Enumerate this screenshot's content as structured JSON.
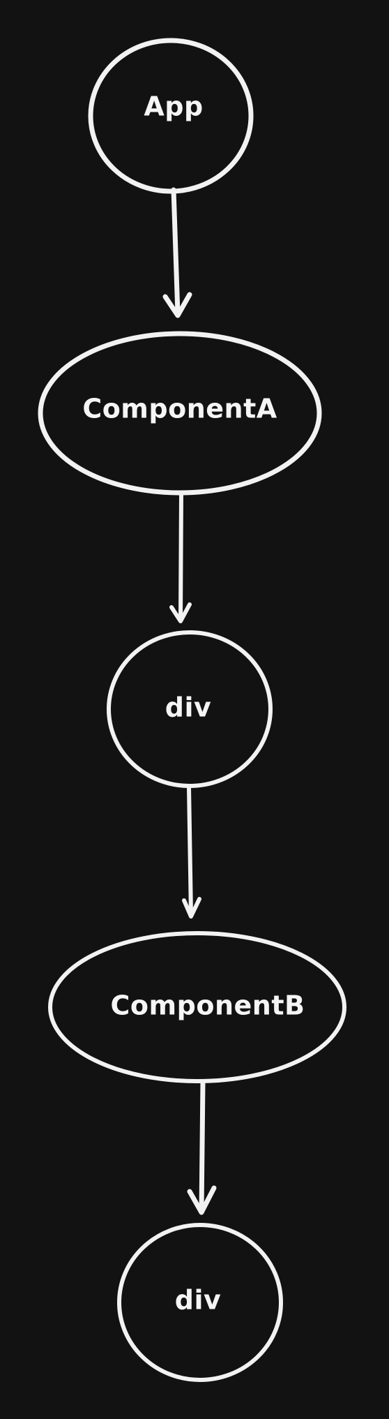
{
  "diagram": {
    "type": "tree",
    "nodes": [
      {
        "id": "app",
        "label": "App"
      },
      {
        "id": "componentA",
        "label": "ComponentA"
      },
      {
        "id": "div1",
        "label": "div"
      },
      {
        "id": "componentB",
        "label": "ComponentB"
      },
      {
        "id": "div2",
        "label": "div"
      }
    ],
    "edges": [
      {
        "from": "app",
        "to": "componentA"
      },
      {
        "from": "componentA",
        "to": "div1"
      },
      {
        "from": "div1",
        "to": "componentB"
      },
      {
        "from": "componentB",
        "to": "div2"
      }
    ],
    "colors": {
      "background": "#121212",
      "stroke": "#f2f2f2",
      "text": "#f5f5f5"
    }
  }
}
